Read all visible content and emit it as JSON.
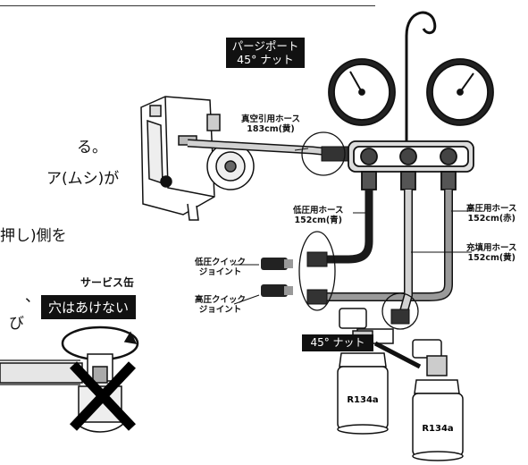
{
  "body_text": {
    "line1": "る。",
    "line2": "ア(ムシ)が",
    "line3": "押し)側を",
    "line4": "、",
    "line5": "び"
  },
  "labels": {
    "purge_port": [
      "パージポート",
      "45° ナット"
    ],
    "vacuum_hose": [
      "真空引用ホース",
      "183cm(黄)"
    ],
    "low_hose": [
      "低圧用ホース",
      "152cm(青)"
    ],
    "high_hose": [
      "高圧用ホース",
      "152cm(赤)"
    ],
    "charge_hose": [
      "充填用ホース",
      "152cm(黄)"
    ],
    "low_quick": [
      "低圧クイック",
      "ジョイント"
    ],
    "high_quick": [
      "高圧クイック",
      "ジョイント"
    ],
    "nut45": "45° ナット",
    "service_can": "サービス缶",
    "no_hole": "穴はあけない",
    "can1": "R134a",
    "can2": "R134a"
  },
  "colors": {
    "ink": "#111111",
    "hose_dark": "#1a1a1a",
    "hose_gray": "#9a9a9a",
    "hose_light": "#d2d2d2"
  },
  "icons": [
    "vacuum-pump-icon",
    "manifold-gauge-icon",
    "refrigerant-can-icon",
    "prohibited-x-icon",
    "quick-joint-icon"
  ]
}
